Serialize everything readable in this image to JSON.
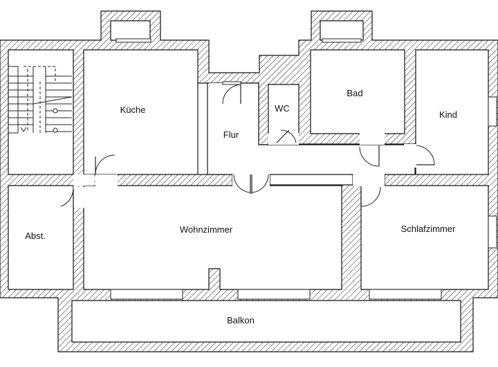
{
  "rooms": {
    "kueche": "Küche",
    "flur": "Flur",
    "wc": "WC",
    "bad": "Bad",
    "kind": "Kind",
    "abst": "Abst.",
    "wohnzimmer": "Wohnzimmer",
    "schlafzimmer": "Schlafzimmer",
    "balkon": "Balkon"
  }
}
